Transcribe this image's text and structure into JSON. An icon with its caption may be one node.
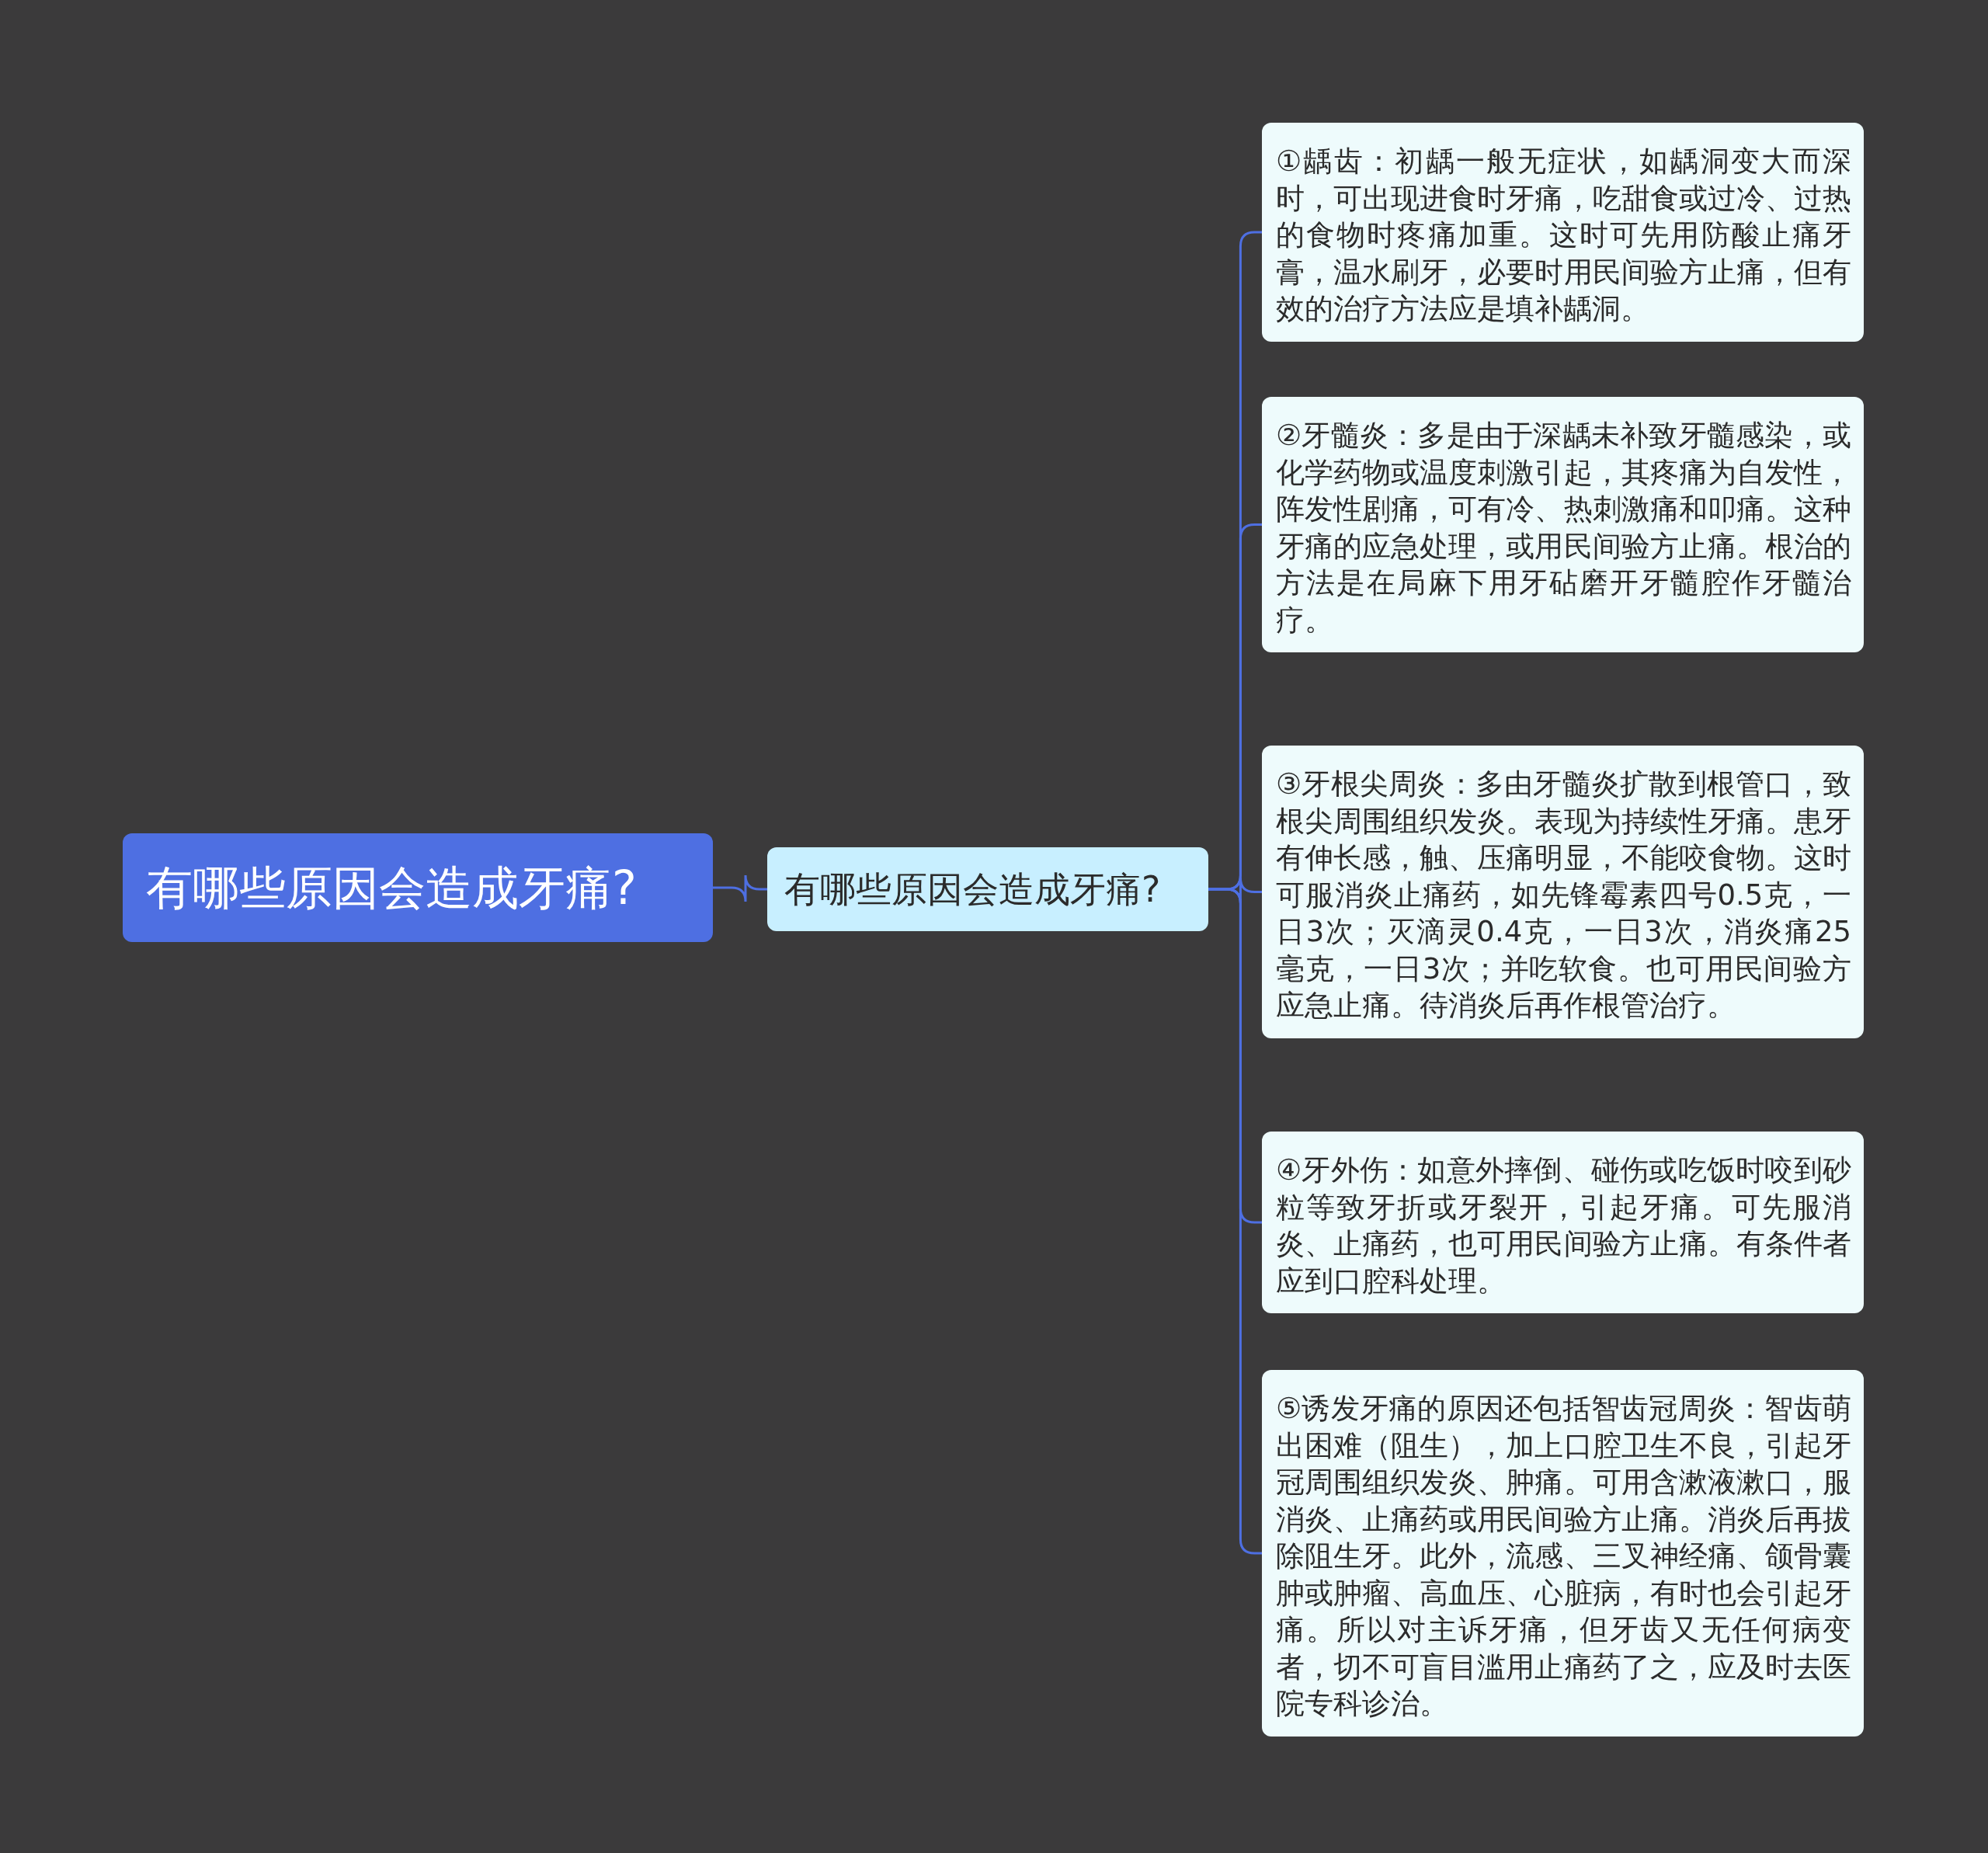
{
  "diagram": {
    "nodes": [
      {
        "text": [
          "有哪些原因会造成牙痛?"
        ]
      },
      {
        "text": [
          "有哪些原因会造成牙痛?"
        ]
      },
      {
        "text": [
          "①龋齿：初龋一般无症状，如龋洞变大而深时，可出现进食时牙痛，吃甜食或过冷、过热的食物时疼痛加重。这时可先用防酸止痛牙膏，温水刷牙，必要时用民间验方止痛，但有效的治疗方法应是填补龋洞。"
        ]
      },
      {
        "text": [
          "②牙髓炎：多是由于深龋未补致牙髓感染，或化学药物或温度刺激引起，其疼痛为自发性，阵发性剧痛，可有冷、热刺激痛和叩痛。这种牙痛的应急处理，或用民间验方止痛。根治的方法是在局麻下用牙砧磨开牙髓腔作牙髓治疗。"
        ]
      },
      {
        "text": [
          "③牙根尖周炎：多由牙髓炎扩散到根管口，致根尖周围组织发炎。表现为持续性牙痛。患牙有伸长感，触、压痛明显，不能咬食物。这时可服消炎止痛药，如先锋霉素四号0.5克，一日3次；灭滴灵0.4克，一日3次，消炎痛25毫克，一日3次；并吃软食。也可用民间验方应急止痛。待消炎后再作根管治疗。"
        ]
      },
      {
        "text": [
          "④牙外伤：如意外摔倒、碰伤或吃饭时咬到砂粒等致牙折或牙裂开，引起牙痛。可先服消炎、止痛药，也可用民间验方止痛。有条件者应到口腔科处理。"
        ]
      },
      {
        "text": [
          "⑤诱发牙痛的原因还包括智齿冠周炎：智齿萌出困难（阻生），加上口腔卫生不良，引起牙冠周围组织发炎、肿痛。可用含漱液漱口，服消炎、止痛药或用民间验方止痛。消炎后再拔除阻生牙。此外，流感、三叉神经痛、颌骨囊肿或肿瘤、高血压、心脏病，有时也会引起牙痛。所以对主诉牙痛，但牙齿又无任何病变者，切不可盲目滥用止痛药了之，应及时去医院专科诊治。"
        ]
      }
    ],
    "edges": [
      {
        "from": 0,
        "to": 1,
        "arrow": "none"
      },
      {
        "from": 1,
        "to": 2,
        "arrow": "none"
      },
      {
        "from": 1,
        "to": 3,
        "arrow": "none"
      },
      {
        "from": 1,
        "to": 4,
        "arrow": "none"
      },
      {
        "from": 1,
        "to": 5,
        "arrow": "none"
      },
      {
        "from": 1,
        "to": 6,
        "arrow": "none"
      }
    ]
  }
}
